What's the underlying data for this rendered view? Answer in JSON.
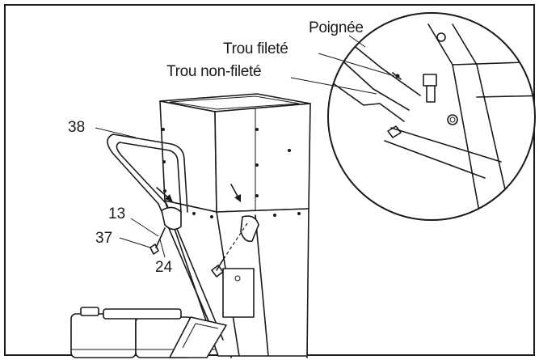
{
  "callouts": {
    "handle": "Poignée",
    "threaded_hole": "Trou fileté",
    "unthreaded_hole": "Trou non-fileté",
    "part_38": "38",
    "part_13": "13",
    "part_37": "37",
    "part_24": "24"
  },
  "colors": {
    "line": "#1a1a1a",
    "background": "#ffffff"
  }
}
